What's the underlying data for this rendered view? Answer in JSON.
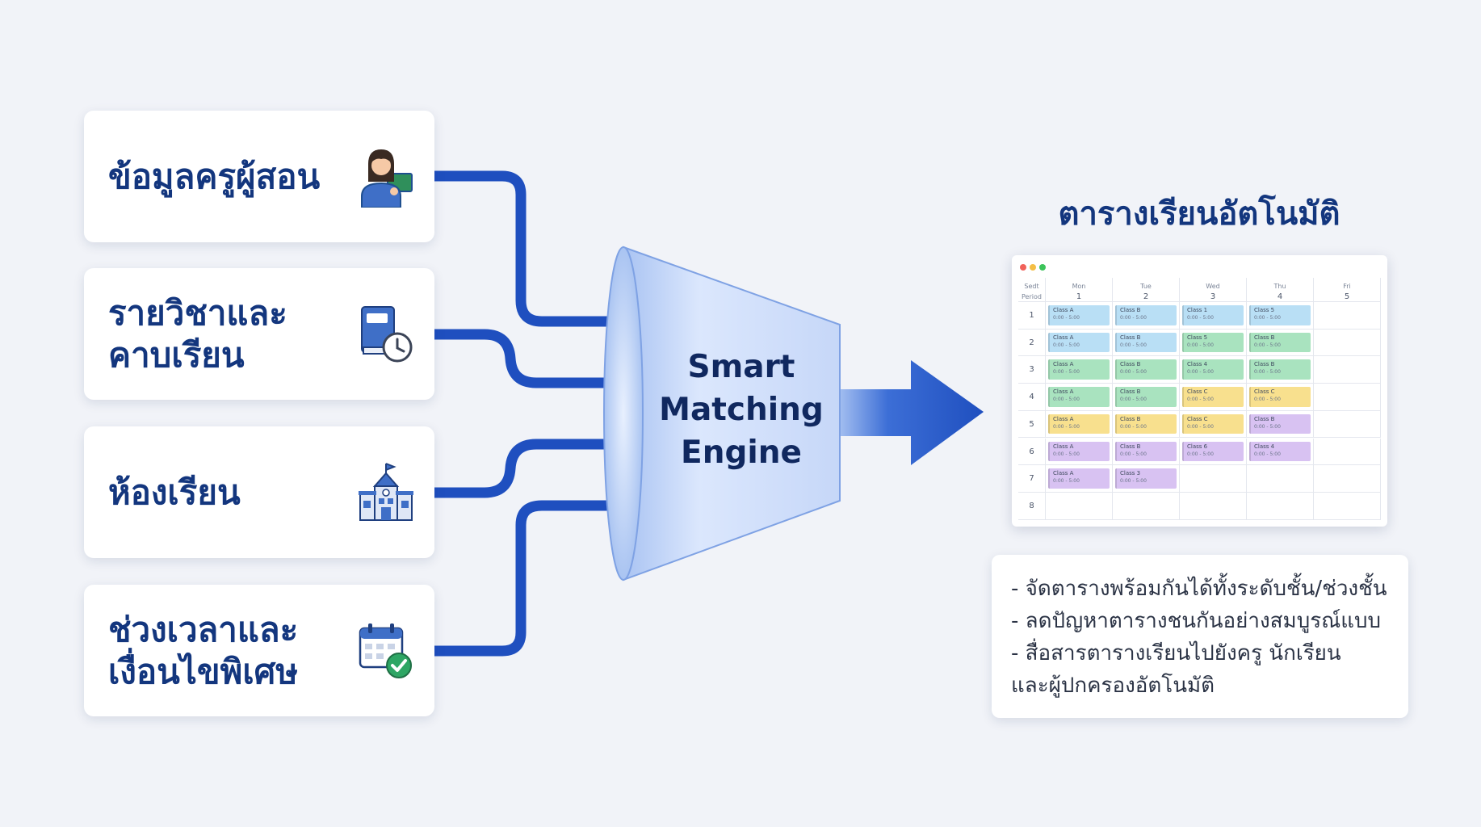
{
  "inputs": [
    {
      "label": "ข้อมูลครูผู้สอน",
      "icon": "teacher-icon"
    },
    {
      "label": "รายวิชาและ\nคาบเรียน",
      "icon": "book-clock-icon"
    },
    {
      "label": "ห้องเรียน",
      "icon": "school-building-icon"
    },
    {
      "label": "ช่วงเวลาและ\nเงื่อนไขพิเศษ",
      "icon": "calendar-check-icon"
    }
  ],
  "engine": {
    "label": "Smart\nMatching\nEngine"
  },
  "output": {
    "title": "ตารางเรียนอัตโนมัติ",
    "timetable": {
      "corner": [
        "Sedt",
        "Period"
      ],
      "days": [
        {
          "name": "Mon",
          "num": "1"
        },
        {
          "name": "Tue",
          "num": "2"
        },
        {
          "name": "Wed",
          "num": "3"
        },
        {
          "name": "Thu",
          "num": "4"
        },
        {
          "name": "Fri",
          "num": "5"
        }
      ],
      "periods": [
        "1",
        "2",
        "3",
        "4",
        "5",
        "6",
        "7",
        "8"
      ],
      "rows": [
        [
          {
            "t": "Class A",
            "s": "0:00 - 5:00",
            "c": "#b9dff5"
          },
          {
            "t": "Class B",
            "s": "0:00 - 5:00",
            "c": "#b9dff5"
          },
          {
            "t": "Class 1",
            "s": "0:00 - 5:00",
            "c": "#b9dff5"
          },
          {
            "t": "Class 5",
            "s": "0:00 - 5:00",
            "c": "#b9dff5"
          },
          null
        ],
        [
          {
            "t": "Class A",
            "s": "0:00 - 5:00",
            "c": "#b9dff5"
          },
          {
            "t": "Class B",
            "s": "0:00 - 5:00",
            "c": "#b9dff5"
          },
          {
            "t": "Class 5",
            "s": "0:00 - 5:00",
            "c": "#a9e3bf"
          },
          {
            "t": "Class B",
            "s": "0:00 - 5:00",
            "c": "#a9e3bf"
          },
          null
        ],
        [
          {
            "t": "Class A",
            "s": "0:00 - 5:00",
            "c": "#a9e3bf"
          },
          {
            "t": "Class B",
            "s": "0:00 - 5:00",
            "c": "#a9e3bf"
          },
          {
            "t": "Class 4",
            "s": "0:00 - 5:00",
            "c": "#a9e3bf"
          },
          {
            "t": "Class B",
            "s": "0:00 - 5:00",
            "c": "#a9e3bf"
          },
          null
        ],
        [
          {
            "t": "Class A",
            "s": "0:00 - 5:00",
            "c": "#a9e3bf"
          },
          {
            "t": "Class B",
            "s": "0:00 - 5:00",
            "c": "#a9e3bf"
          },
          {
            "t": "Class C",
            "s": "0:00 - 5:00",
            "c": "#f8e08e"
          },
          {
            "t": "Class C",
            "s": "0:00 - 5:00",
            "c": "#f8e08e"
          },
          null
        ],
        [
          {
            "t": "Class A",
            "s": "0:00 - 5:00",
            "c": "#f8e08e"
          },
          {
            "t": "Class B",
            "s": "0:00 - 5:00",
            "c": "#f8e08e"
          },
          {
            "t": "Class C",
            "s": "0:00 - 5:00",
            "c": "#f8e08e"
          },
          {
            "t": "Class B",
            "s": "0:00 - 5:00",
            "c": "#d8c2f2"
          },
          null
        ],
        [
          {
            "t": "Class A",
            "s": "0:00 - 5:00",
            "c": "#d8c2f2"
          },
          {
            "t": "Class B",
            "s": "0:00 - 5:00",
            "c": "#d8c2f2"
          },
          {
            "t": "Class 6",
            "s": "0:00 - 5:00",
            "c": "#d8c2f2"
          },
          {
            "t": "Class 4",
            "s": "0:00 - 5:00",
            "c": "#d8c2f2"
          },
          null
        ],
        [
          {
            "t": "Class A",
            "s": "0:00 - 5:00",
            "c": "#d8c2f2"
          },
          {
            "t": "Class 3",
            "s": "0:00 - 5:00",
            "c": "#d8c2f2"
          },
          null,
          null,
          null
        ],
        [
          null,
          null,
          null,
          null,
          null
        ]
      ]
    },
    "bullets": [
      "- จัดตารางพร้อมกันได้ทั้งระดับชั้น/ช่วงชั้น",
      "- ลดปัญหาตารางชนกันอย่างสมบูรณ์แบบ",
      "- สื่อสารตารางเรียนไปยังครู นักเรียน\n  และผู้ปกครองอัตโนมัติ"
    ]
  },
  "colors": {
    "connector": "#1f4fbf",
    "arrow": "#1f4fbf",
    "funnel": "#c9dafa",
    "title": "#13367e"
  }
}
